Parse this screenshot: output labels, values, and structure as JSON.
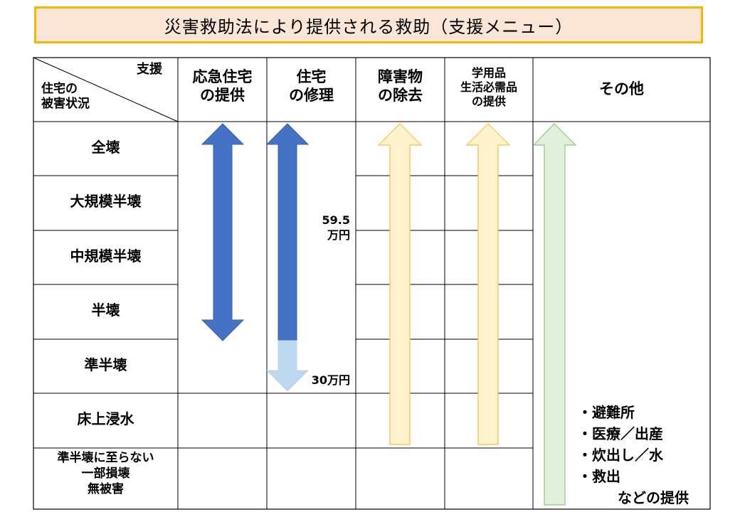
{
  "title": "災害救助法により提供される救助（支援メニュー）",
  "header": {
    "corner_top": "支援",
    "corner_bottom_line1": "住宅の",
    "corner_bottom_line2": "被害状況",
    "columns": [
      {
        "line1": "応急住宅",
        "line2": "の提供"
      },
      {
        "line1": "住宅",
        "line2": "の修理"
      },
      {
        "line1": "障害物",
        "line2": "の除去"
      },
      {
        "line1": "学用品",
        "line2": "生活必需品",
        "line3": "の提供"
      },
      {
        "line1": "その他"
      }
    ]
  },
  "rows": [
    {
      "label": "全壊"
    },
    {
      "label": "大規模半壊"
    },
    {
      "label": "中規模半壊"
    },
    {
      "label": "半壊"
    },
    {
      "label": "準半壊"
    },
    {
      "label": "床上浸水"
    },
    {
      "label1": "準半壊に至らない",
      "label2": "一部損壊",
      "label3": "無被害"
    }
  ],
  "notes": {
    "repair_upper_line1": "59.5",
    "repair_upper_line2": "万円",
    "repair_lower": "30万円"
  },
  "other_items": [
    "・避難所",
    "・医療／出産",
    "・炊出し／水",
    "・救出",
    "などの提供"
  ],
  "colors": {
    "title_bg": "#fbe5d6",
    "title_border": "#f5b800",
    "dark_blue": "#4472c4",
    "light_blue": "#bdd7ee",
    "light_yellow": "#fff2cc",
    "yellow_border": "#f5c242",
    "light_green": "#e2efda",
    "green_border": "#92c47d"
  }
}
